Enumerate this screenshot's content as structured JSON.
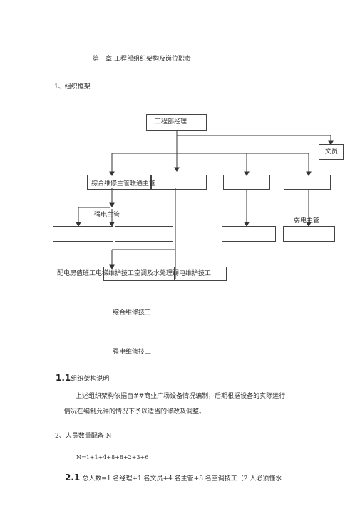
{
  "chapter_title": "第一章:工程部组织架构及岗位职责",
  "section1": {
    "number": "1、",
    "title": "组织框架"
  },
  "org": {
    "manager": "工程部经理",
    "clerk": "文员",
    "general_supervisor": "综合维修主管暖通主管",
    "strong_supervisor": "强电主管",
    "weak_supervisor": "弱电主管",
    "tech_row_text": "配电房值班工电梯维护技工空调及水处理弱电维护技工",
    "general_tech": "综合维修技工",
    "strong_tech": "强电维修技工"
  },
  "section1_1": {
    "number": "1.1",
    "title": "组织架构说明",
    "para_line1": "上述组织架构依据自##商业广场设备情况编制，后期根据设备的实际运行",
    "para_line2": "情况在编制允许的情况下予以适当的修改及调整。"
  },
  "section2": {
    "number": "2、",
    "title": "人员数量配备 N"
  },
  "formula": "N=1+1+4+8+8+2+3+6",
  "section2_1": {
    "number": "2.1",
    "text": ":总人数=1 名经理+1 名文员+4 名主管+8 名空调技工（2 人必须懂水"
  }
}
